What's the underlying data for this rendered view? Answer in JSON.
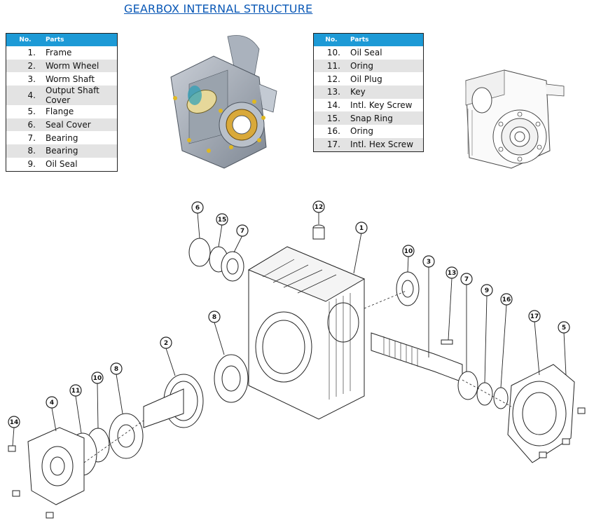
{
  "title": "GEARBOX INTERNAL STRUCTURE",
  "table_headers": {
    "no": "No.",
    "parts": "Parts"
  },
  "table_left": [
    {
      "no": "1.",
      "part": "Frame"
    },
    {
      "no": "2.",
      "part": "Worm Wheel"
    },
    {
      "no": "3.",
      "part": "Worm Shaft"
    },
    {
      "no": "4.",
      "part": "Output Shaft Cover"
    },
    {
      "no": "5.",
      "part": "Flange"
    },
    {
      "no": "6.",
      "part": "Seal Cover"
    },
    {
      "no": "7.",
      "part": "Bearing"
    },
    {
      "no": "8.",
      "part": "Bearing"
    },
    {
      "no": "9.",
      "part": "Oil Seal"
    }
  ],
  "table_right": [
    {
      "no": "10.",
      "part": "Oil Seal"
    },
    {
      "no": "11.",
      "part": "Oring"
    },
    {
      "no": "12.",
      "part": "Oil Plug"
    },
    {
      "no": "13.",
      "part": "Key"
    },
    {
      "no": "14.",
      "part": "Intl. Key Screw"
    },
    {
      "no": "15.",
      "part": "Snap Ring"
    },
    {
      "no": "16.",
      "part": "Oring"
    },
    {
      "no": "17.",
      "part": "Intl. Hex Screw"
    }
  ],
  "callouts": {
    "c6": "6",
    "c15": "15",
    "c7a": "7",
    "c12": "12",
    "c1": "1",
    "c10a": "10",
    "c3": "3",
    "c13": "13",
    "c7b": "7",
    "c9": "9",
    "c16": "16",
    "c17": "17",
    "c5": "5",
    "c8a": "8",
    "c2": "2",
    "c8b": "8",
    "c10b": "10",
    "c11": "11",
    "c4": "4",
    "c14": "14"
  },
  "colors": {
    "header_blue": "#1d9ad6",
    "title_blue": "#0a58b6",
    "row_alt": "#e3e3e3"
  }
}
